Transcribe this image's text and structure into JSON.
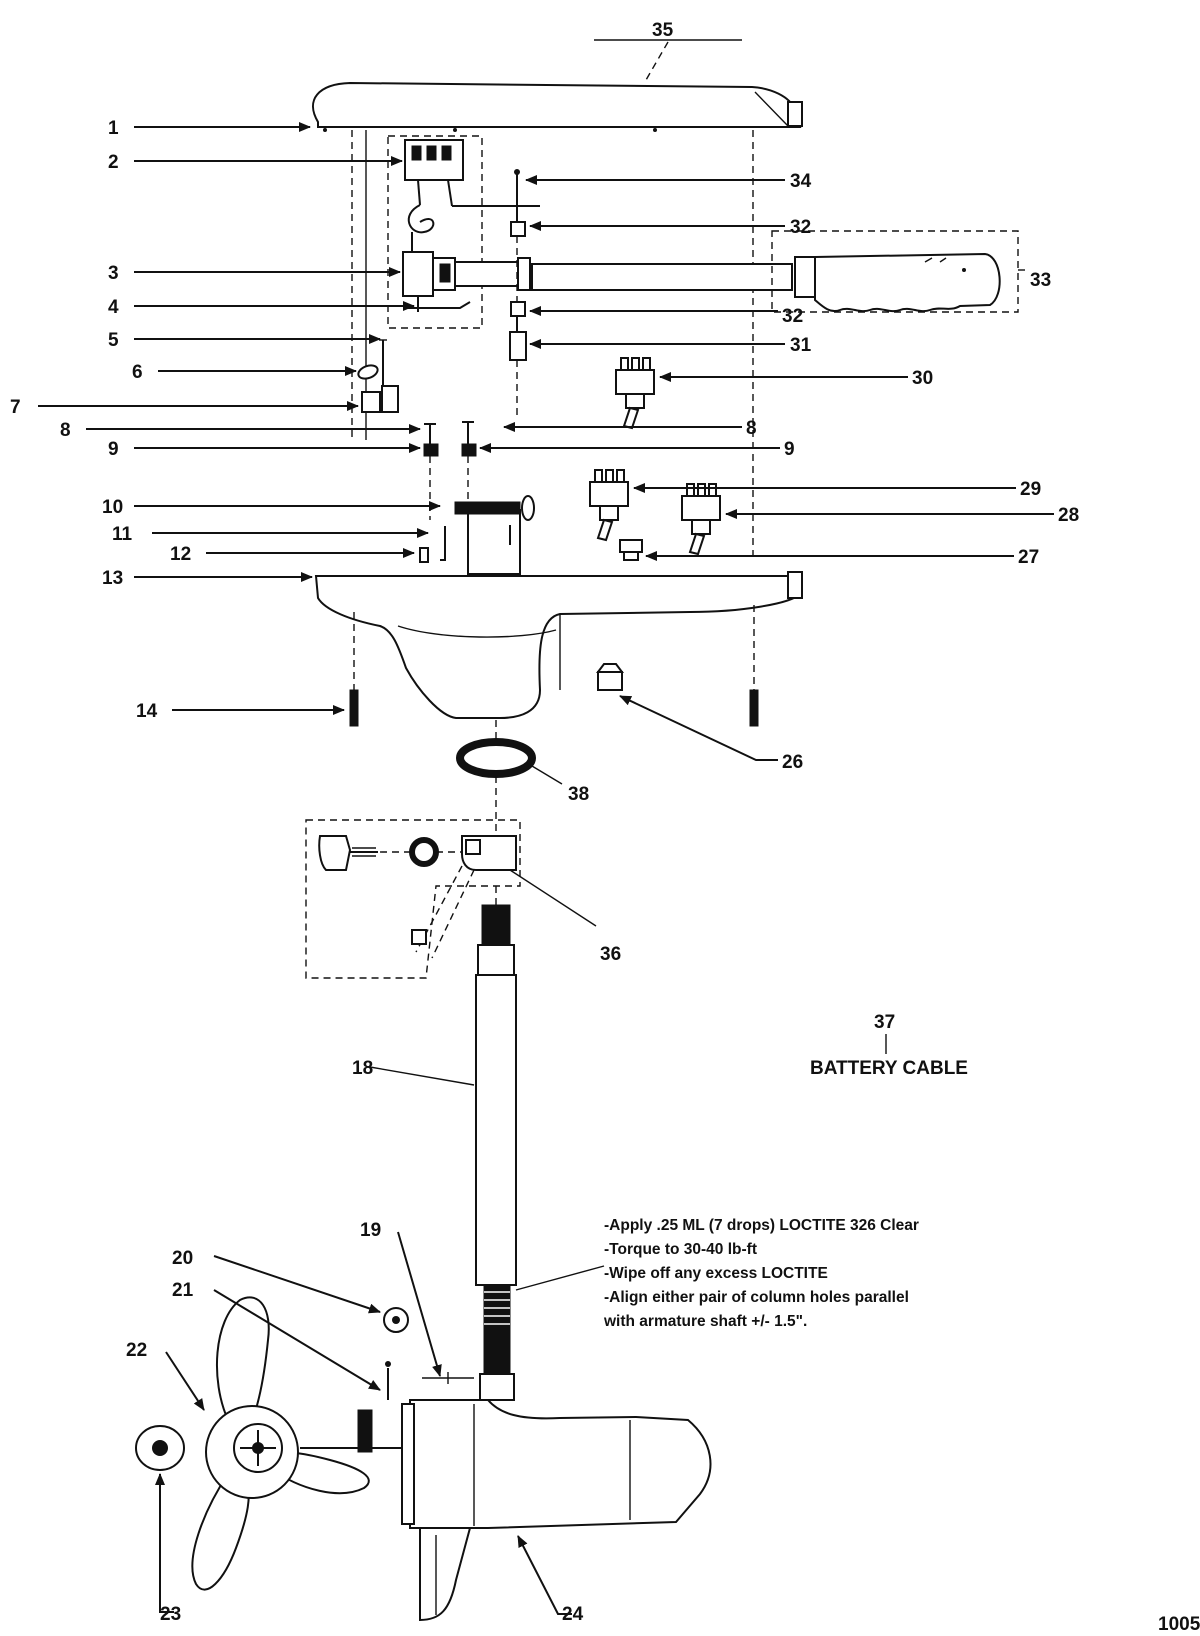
{
  "callouts": {
    "c1": "1",
    "c2": "2",
    "c3": "3",
    "c4": "4",
    "c5": "5",
    "c6": "6",
    "c7": "7",
    "c8a": "8",
    "c8b": "8",
    "c9a": "9",
    "c9b": "9",
    "c10": "10",
    "c11": "11",
    "c12": "12",
    "c13": "13",
    "c14": "14",
    "c18": "18",
    "c19": "19",
    "c20": "20",
    "c21": "21",
    "c22": "22",
    "c23": "23",
    "c24": "24",
    "c26": "26",
    "c27": "27",
    "c28": "28",
    "c29": "29",
    "c30": "30",
    "c31": "31",
    "c32a": "32",
    "c32b": "32",
    "c33": "33",
    "c34": "34",
    "c35": "35",
    "c36": "36",
    "c37": "37",
    "c38": "38"
  },
  "battery_cable_label": "BATTERY CABLE",
  "assembly_notes": [
    "-Apply .25 ML (7 drops) LOCTITE 326 Clear",
    "-Torque to 30-40 lb-ft",
    "-Wipe off any excess LOCTITE",
    "-Align either pair of column holes parallel",
    "with armature shaft +/- 1.5\"."
  ],
  "diagram_code": "1005"
}
